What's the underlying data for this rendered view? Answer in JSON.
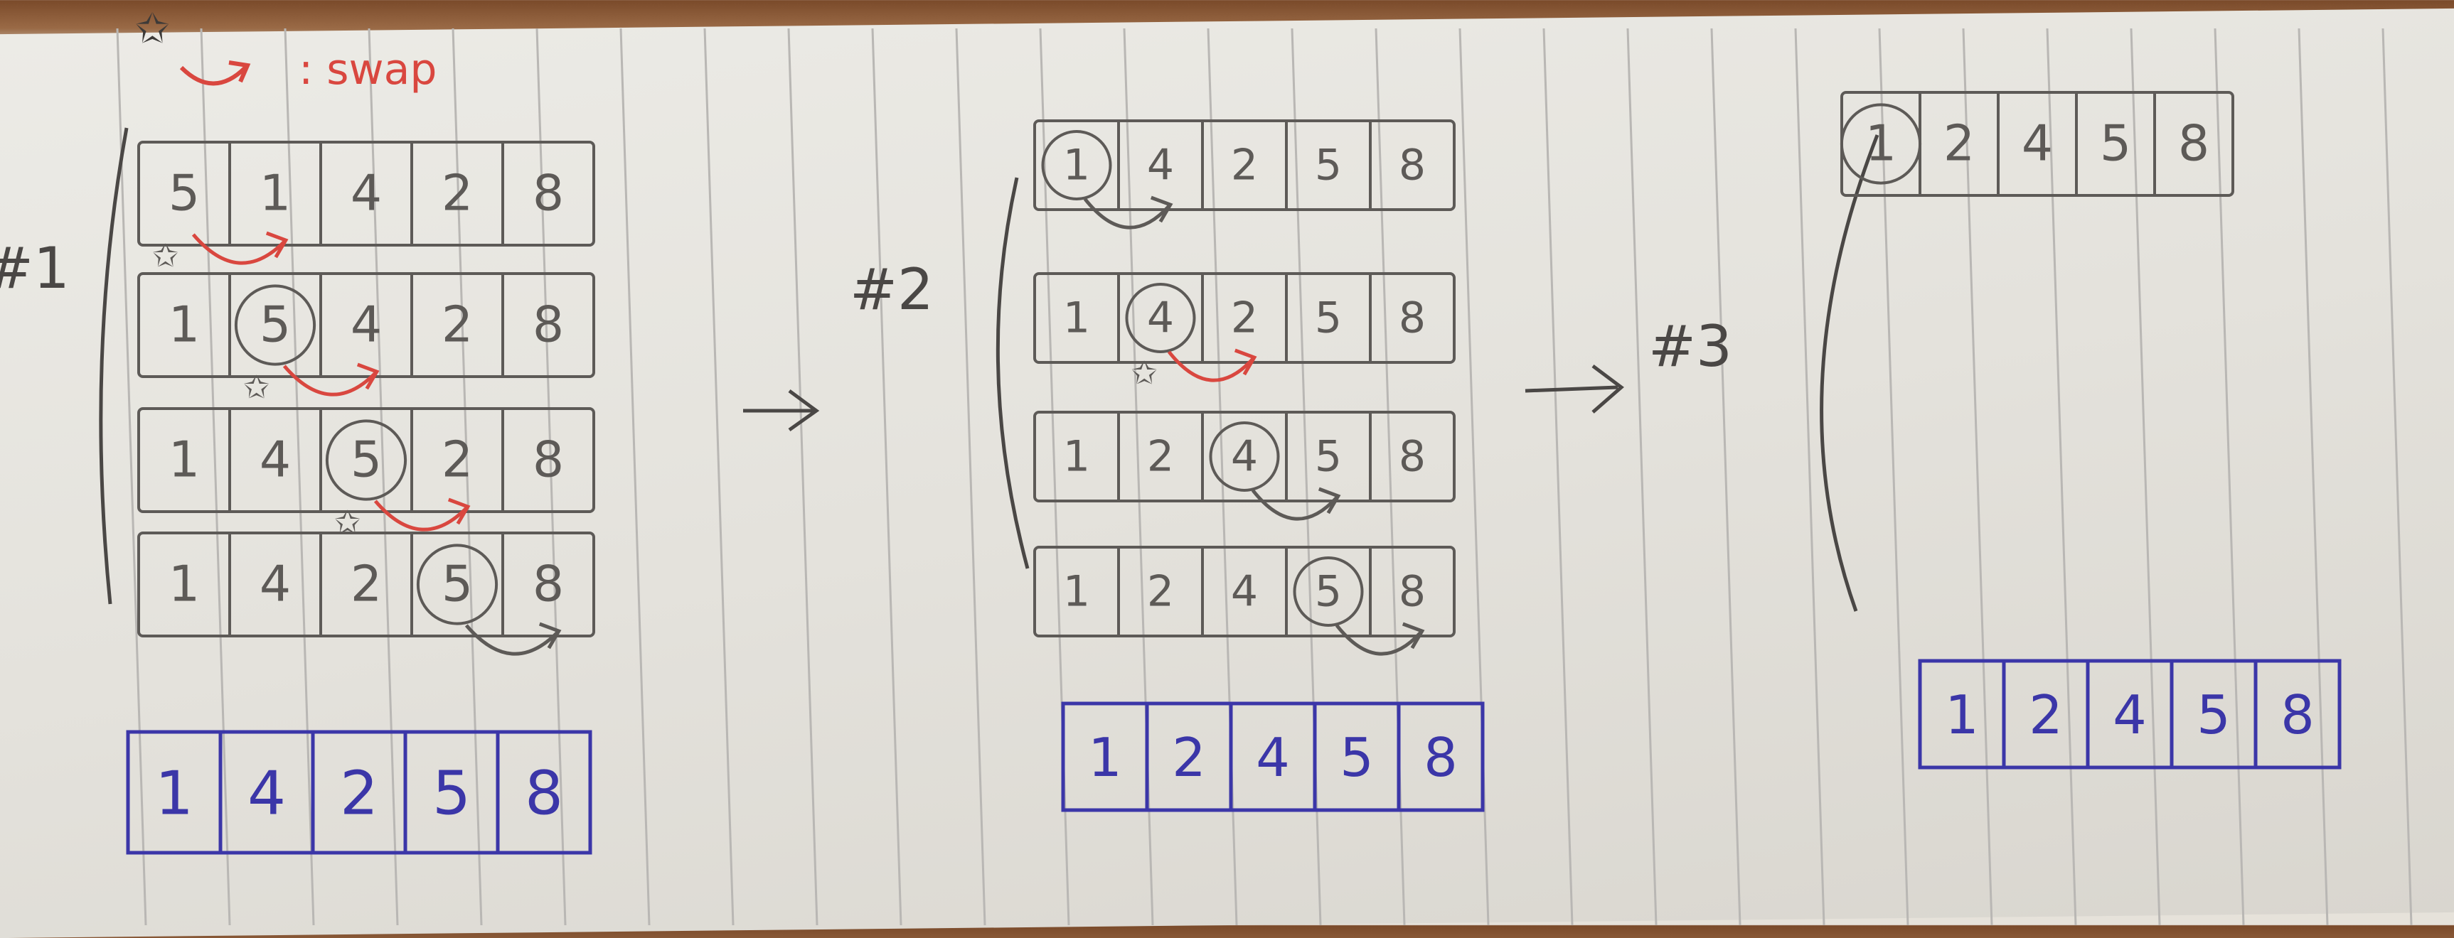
{
  "legend": {
    "star": "✩",
    "label": ": swap",
    "arrow_color": "#d9473f"
  },
  "passes": [
    {
      "label": "#1",
      "rows": [
        {
          "cells": [
            "5",
            "1",
            "4",
            "2",
            "8"
          ],
          "circled": -1,
          "swap": [
            0,
            1
          ],
          "star": 0
        },
        {
          "cells": [
            "1",
            "5",
            "4",
            "2",
            "8"
          ],
          "circled": 1,
          "swap": [
            1,
            2
          ],
          "star": 1
        },
        {
          "cells": [
            "1",
            "4",
            "5",
            "2",
            "8"
          ],
          "circled": 2,
          "swap": [
            2,
            3
          ],
          "star": 2
        },
        {
          "cells": [
            "1",
            "4",
            "2",
            "5",
            "8"
          ],
          "circled": 3,
          "swap": [
            3,
            4
          ],
          "star": -1
        }
      ],
      "result": [
        "1",
        "4",
        "2",
        "5",
        "8"
      ]
    },
    {
      "label": "#2",
      "rows": [
        {
          "cells": [
            "1",
            "4",
            "2",
            "5",
            "8"
          ],
          "circled": 0,
          "swap": [
            0,
            1
          ],
          "star": -1
        },
        {
          "cells": [
            "1",
            "4",
            "2",
            "5",
            "8"
          ],
          "circled": 1,
          "swap": [
            1,
            2
          ],
          "star": 1
        },
        {
          "cells": [
            "1",
            "2",
            "4",
            "5",
            "8"
          ],
          "circled": 2,
          "swap": [
            2,
            3
          ],
          "star": -1
        },
        {
          "cells": [
            "1",
            "2",
            "4",
            "5",
            "8"
          ],
          "circled": 3,
          "swap": [
            3,
            4
          ],
          "star": -1
        }
      ],
      "result": [
        "1",
        "2",
        "4",
        "5",
        "8"
      ]
    },
    {
      "label": "#3",
      "rows": [
        {
          "cells": [
            "1",
            "2",
            "4",
            "5",
            "8"
          ],
          "circled": 0,
          "swap": [],
          "star": -1
        }
      ],
      "result": [
        "1",
        "2",
        "4",
        "5",
        "8"
      ]
    }
  ],
  "colors": {
    "pencil": "#5d5a57",
    "ink_blue": "#3b36a8",
    "ink_red": "#d9473f",
    "rule": "#b9b7b4"
  }
}
